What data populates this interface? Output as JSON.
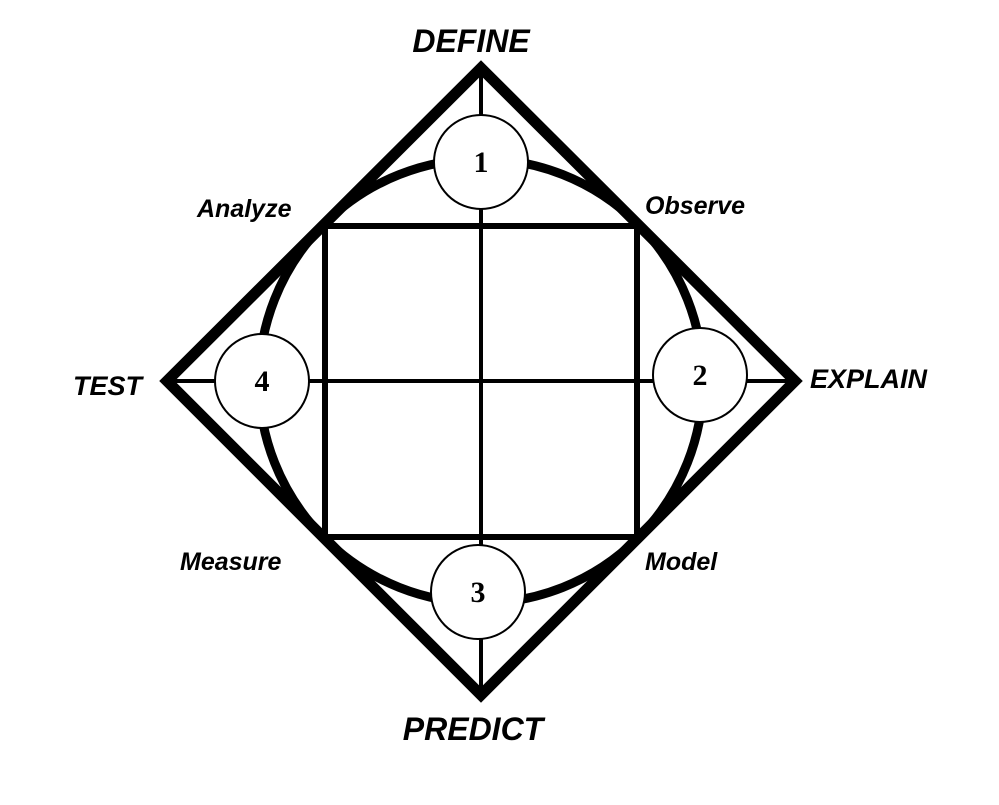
{
  "corners": {
    "top": "DEFINE",
    "right": "EXPLAIN",
    "bottom": "PREDICT",
    "left": "TEST"
  },
  "square_corners": {
    "top_left": "Analyze",
    "top_right": "Observe",
    "bottom_left": "Measure",
    "bottom_right": "Model"
  },
  "steps": {
    "top": "1",
    "right": "2",
    "bottom": "3",
    "left": "4"
  }
}
